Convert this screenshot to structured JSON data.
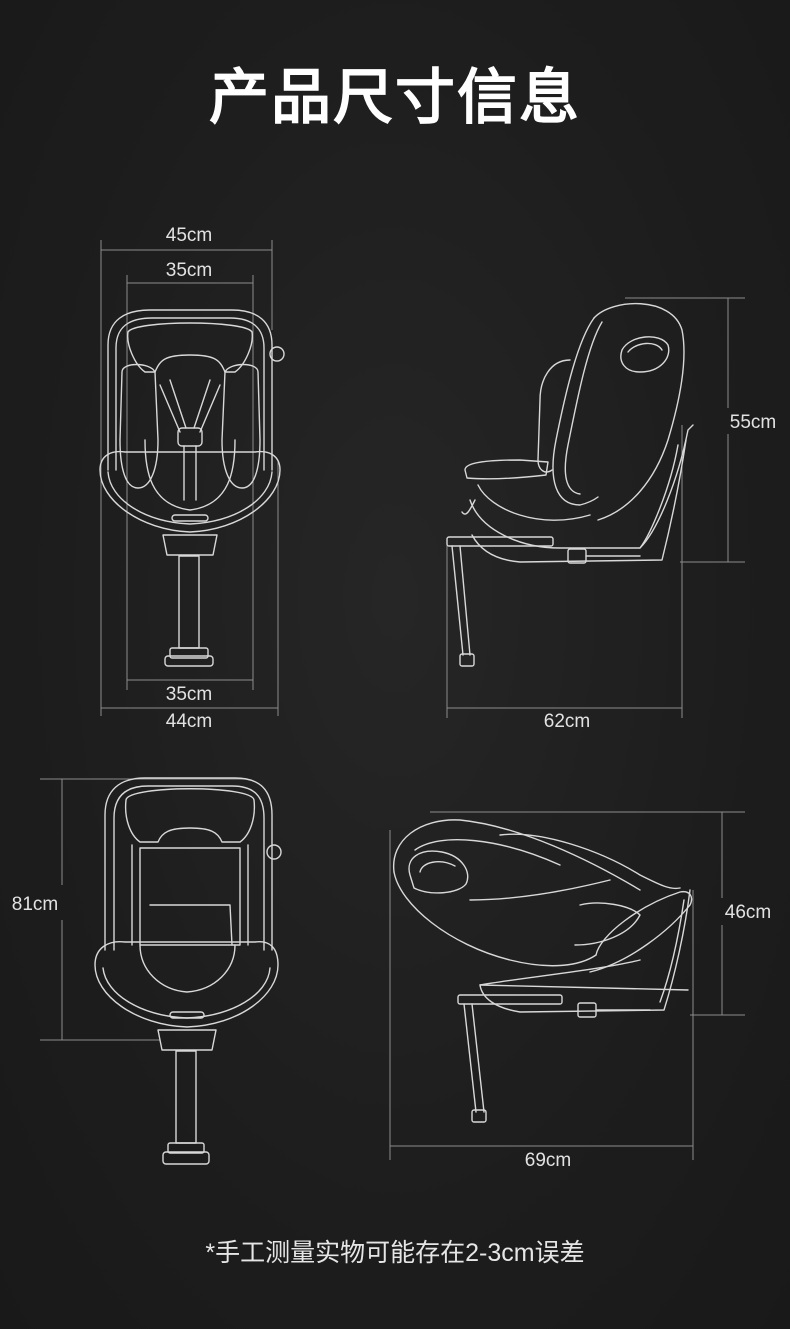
{
  "title": "产品尺寸信息",
  "footnote": "*手工测量实物可能存在2-3cm误差",
  "views": {
    "front_upright": {
      "top_outer_width": "45cm",
      "top_inner_width": "35cm",
      "bottom_inner_width": "35cm",
      "bottom_outer_width": "44cm"
    },
    "side_upright": {
      "height": "55cm",
      "depth": "62cm"
    },
    "front_extended": {
      "height": "81cm"
    },
    "side_reclined": {
      "height": "46cm",
      "depth": "69cm"
    }
  },
  "colors": {
    "background": "#1e1e1e",
    "drawing_line": "#d8d8d8",
    "dimension_line": "#8c8c8c",
    "title_text": "#ffffff"
  }
}
